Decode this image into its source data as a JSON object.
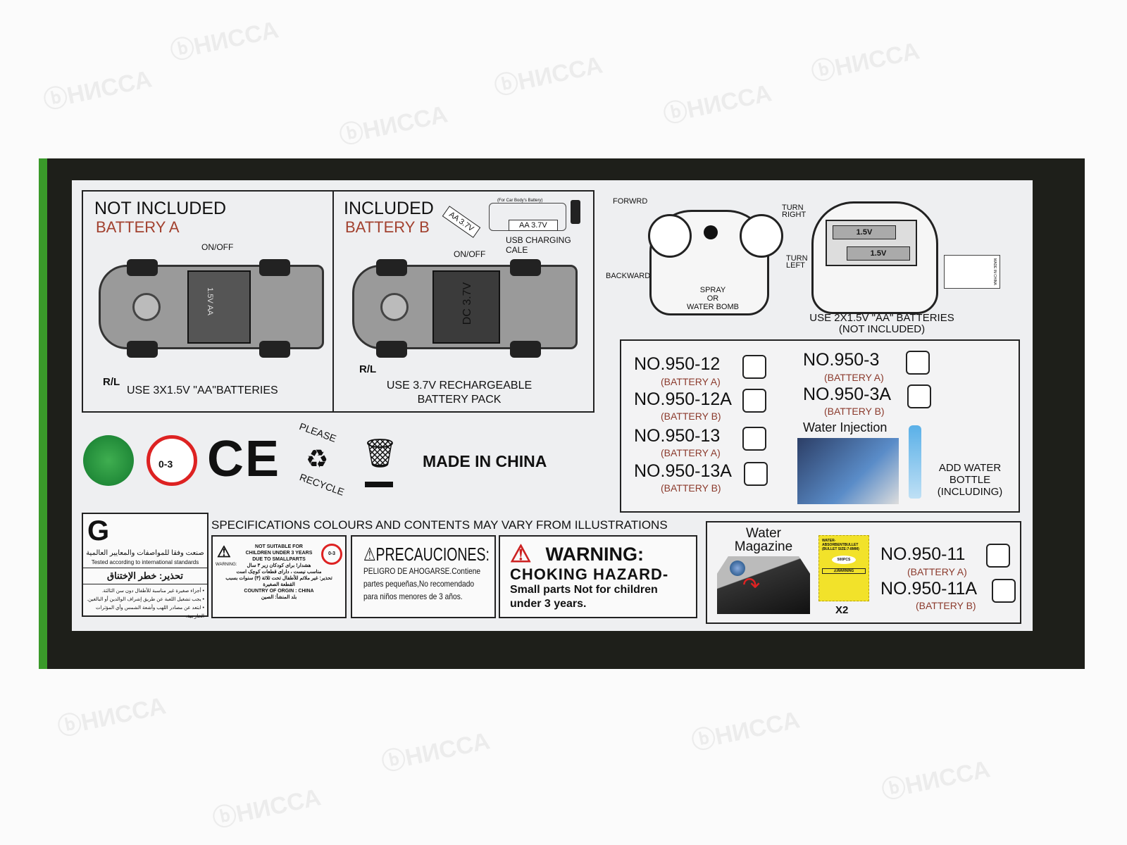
{
  "watermark": "НИССА",
  "battery_a_panel": {
    "title": "NOT INCLUDED",
    "subtitle": "BATTERY A",
    "on_off": "ON/OFF",
    "rl": "R/L",
    "note": "USE 3X1.5V \"AA\"BATTERIES",
    "cell_label": "1.5V AA"
  },
  "battery_b_panel": {
    "title": "INCLUDED",
    "subtitle": "BATTERY B",
    "on_off": "ON/OFF",
    "rl": "R/L",
    "battery_label": "AA 3.7V",
    "cable_note": "(For Car Body's Battery)",
    "cable_battery": "AA 3.7V",
    "cable_label": "USB CHARGING CALE",
    "pack_label": "DC 3.7V",
    "note_line1": "USE 3.7V RECHARGEABLE",
    "note_line2": "BATTERY PACK"
  },
  "controller": {
    "forward": "FORWRD",
    "backward": "BACKWARD",
    "turn_right": "TURN RIGHT",
    "turn_left": "TURN LEFT",
    "spray": "SPRAY",
    "or": "OR",
    "water_bomb": "WATER BOMB",
    "cell1": "1.5V",
    "cell2": "1.5V",
    "note_line1": "USE 2X1.5V \"AA\" BATTERIES",
    "note_line2": "(NOT INCLUDED)",
    "made_in_china_small": "MADE IN CHINA"
  },
  "models": [
    {
      "no": "NO.950-12",
      "battery": "(BATTERY A)"
    },
    {
      "no": "NO.950-12A",
      "battery": "(BATTERY B)"
    },
    {
      "no": "NO.950-13",
      "battery": "(BATTERY A)"
    },
    {
      "no": "NO.950-13A",
      "battery": "(BATTERY B)"
    },
    {
      "no": "NO.950-3",
      "battery": "(BATTERY A)"
    },
    {
      "no": "NO.950-3A",
      "battery": "(BATTERY B)"
    },
    {
      "no": "NO.950-11",
      "battery": "(BATTERY A)"
    },
    {
      "no": "NO.950-11A",
      "battery": "(BATTERY B)"
    }
  ],
  "water_injection": {
    "title": "Water Injection",
    "bottle_line1": "ADD WATER",
    "bottle_line2": "BOTTLE",
    "bottle_line3": "(INCLUDING)"
  },
  "symbols": {
    "age": "0-3",
    "ce": "CE",
    "recycle_top": "PLEASE",
    "recycle_bottom": "RECYCLE",
    "made_in": "MADE IN CHINA"
  },
  "specs_note": "SPECIFICATIONS COLOURS AND CONTENTS MAY VARY FROM ILLUSTRATIONS",
  "standards": {
    "arabic": "صنعت وفقا للمواصفات والمعايير العالمية",
    "english": "Tested according to international standards",
    "warning_ar": "تحذير: خطر الإختناق",
    "bullets": [
      "• أجزاء صغيرة غير مناسبة للأطفال دون سن الثالثة.",
      "• يجب تشغيل اللعبة عن طريق إشراف الوالدين أو البالغين.",
      "• ابتعد عن مصادر اللهب وأشعة الشمس وأي المؤثرات الخارجية."
    ]
  },
  "warning_small": {
    "label": "WARNING:",
    "line1": "NOT SUITABLE FOR",
    "line2": "CHILDREN UNDER 3 YEARS",
    "line3": "DUE TO SMALLPARTS",
    "fa1": "هشدار! برای کودکان زیر ۳ سال",
    "fa2": "مناسب نیست ، دارای قطعات کوچک است",
    "ar1": "تحذير: غير ملائم للأطفال تحت ثلاثة (٣) سنوات بسبب",
    "ar2": "القطعة الصغيرة",
    "origin": "COUNTRY OF ORGIN : CHINA",
    "origin_ar": "بلد المنشأ: الصين",
    "age": "0-3"
  },
  "precauciones": {
    "title": "PRECAUCIONES:",
    "line1": "PELIGRO DE AHOGARSE.Contiene",
    "line2": "partes pequeñas,No recomendado",
    "line3": "para niños menores de 3 años."
  },
  "choking": {
    "title": "WARNING:",
    "line1": "CHOKING  HAZARD-",
    "line2": "Small parts Not for children",
    "line3": "under 3 years."
  },
  "water_magazine": {
    "title_line1": "Water",
    "title_line2": "Magazine",
    "pack_line1": "WATER-",
    "pack_line2": "ABSORBENTBULLET",
    "pack_line3": "(BULLET SIZE:7-8MM)",
    "pack_count": "500PCS",
    "pack_warning": "⚠WARNING",
    "multiplier": "X2"
  }
}
